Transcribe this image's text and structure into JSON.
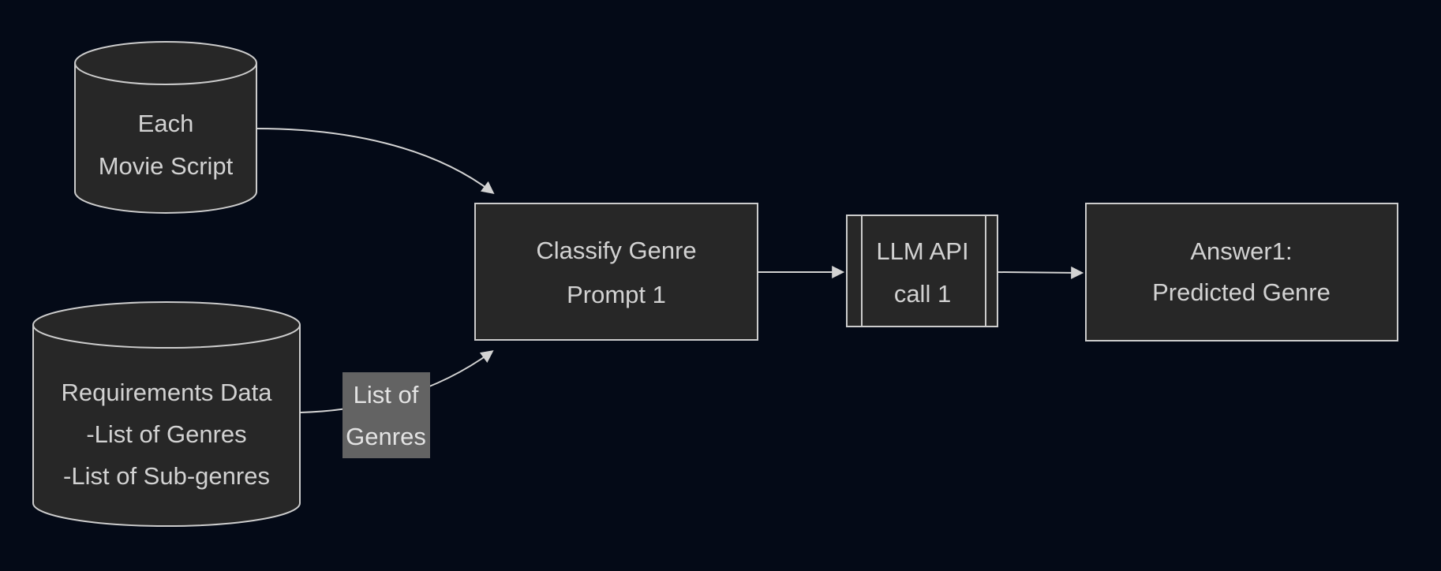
{
  "diagram": {
    "type": "flowchart-left-to-right",
    "colors": {
      "background": "#040a17",
      "node_fill": "#272727",
      "node_border": "#cccccc",
      "node_text": "#d2d2d2",
      "edge": "#d3d3d3",
      "edge_label_background": "#636363",
      "edge_label_text": "#e3e3e3"
    },
    "nodes": {
      "movie_script": {
        "shape": "cylinder-database",
        "lines": [
          "Each",
          "Movie Script"
        ]
      },
      "requirements_data": {
        "shape": "cylinder-database",
        "lines": [
          "Requirements Data",
          "-List of Genres",
          "-List of Sub-genres"
        ]
      },
      "classify_prompt": {
        "shape": "rectangle",
        "lines": [
          "Classify Genre",
          "Prompt 1"
        ]
      },
      "llm_api_call": {
        "shape": "subroutine",
        "lines": [
          "LLM API",
          "call 1"
        ]
      },
      "answer": {
        "shape": "rectangle",
        "lines": [
          "Answer1:",
          "Predicted Genre"
        ]
      }
    },
    "edges": [
      {
        "from": "movie_script",
        "to": "classify_prompt",
        "label_lines": []
      },
      {
        "from": "requirements_data",
        "to": "classify_prompt",
        "label_lines": [
          "List of",
          "Genres"
        ]
      },
      {
        "from": "classify_prompt",
        "to": "llm_api_call",
        "label_lines": []
      },
      {
        "from": "llm_api_call",
        "to": "answer",
        "label_lines": []
      }
    ]
  }
}
